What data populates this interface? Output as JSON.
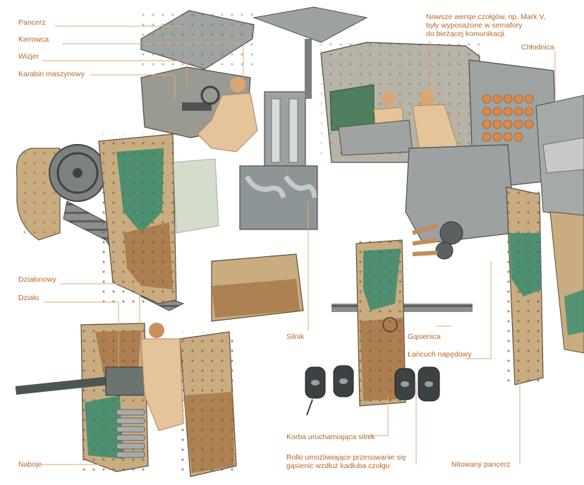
{
  "labels": {
    "pancerz": "Pancerz",
    "kierowca": "Kierowca",
    "wizjer": "Wizjer",
    "karabin": "Karabin maszynowy",
    "nowsze_1": "Nowsze wersje czołgów, np. Mark V,",
    "nowsze_2": "były wyposażone w semafory",
    "nowsze_3": "do bieżącej komunikacji.",
    "chlodnica": "Chłodnica",
    "dzialonowy": "Działonowy",
    "dzialo": "Działo",
    "silnik": "Silnik",
    "gasienica": "Gąsienica",
    "lancuch": "Łańcuch napędowy",
    "korba": "Korba uruchamiająca silnik",
    "rolki_1": "Rolki umożliwiające przesuwanie się",
    "rolki_2": "gąsienic wzdłuż kadłuba czołgu",
    "naboje": "Naboje",
    "nitowany": "Nitowany pancerz"
  },
  "colors": {
    "label_text": "#b8672b",
    "leader_line": "#e2a775",
    "armor_khaki": "#c9ad80",
    "armor_green": "#3f8d6f",
    "armor_brown": "#a87546",
    "steel": "#8e9597",
    "crew": "#e6c49a"
  }
}
